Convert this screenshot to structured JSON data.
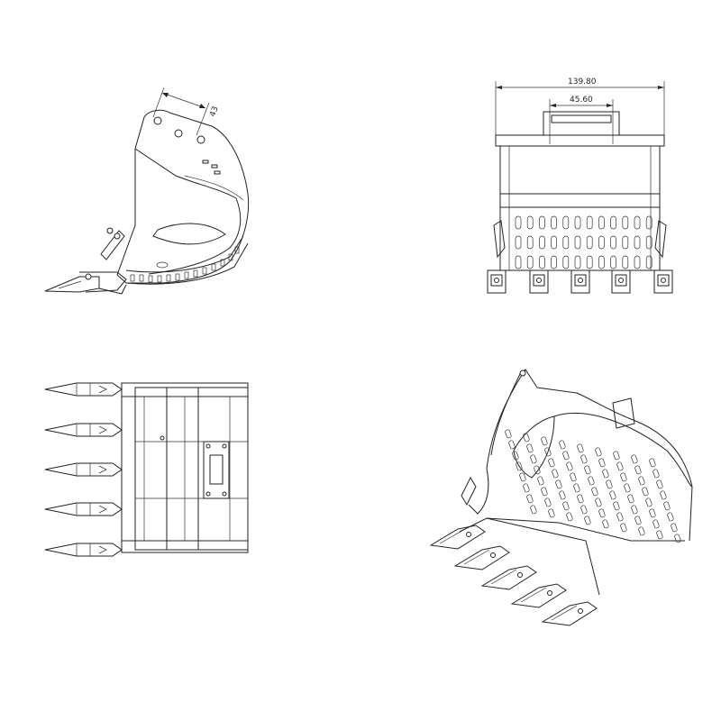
{
  "drawing": {
    "views": [
      {
        "id": "side-view",
        "dimension": "43"
      },
      {
        "id": "front-view",
        "dimensions": [
          "139.80",
          "45.60"
        ]
      },
      {
        "id": "top-view"
      },
      {
        "id": "iso-view"
      }
    ]
  },
  "colors": {
    "line": "#222222",
    "background": "#ffffff"
  }
}
